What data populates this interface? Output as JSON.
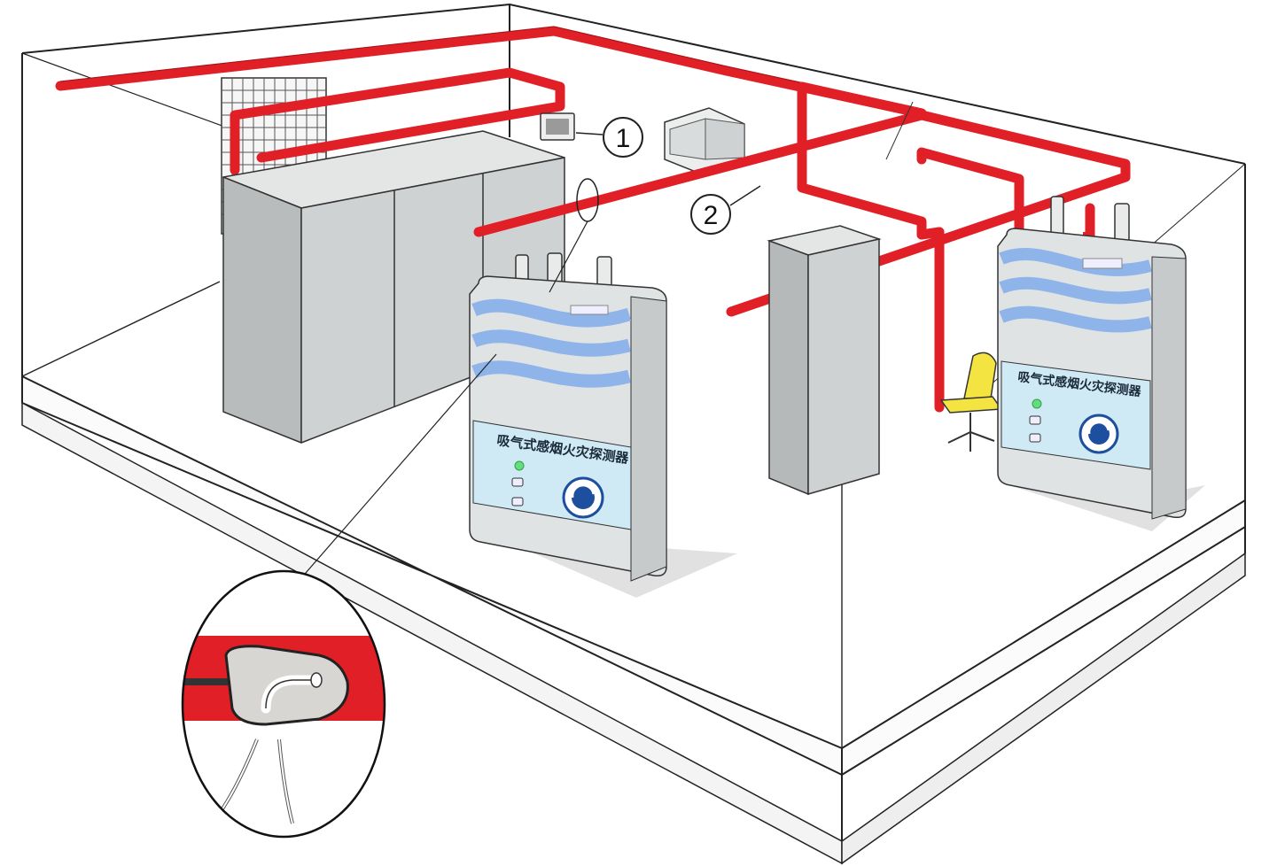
{
  "diagram": {
    "callouts": [
      {
        "id": 1,
        "label": "1"
      },
      {
        "id": 2,
        "label": "2"
      }
    ],
    "detectors": [
      {
        "name": "detector-front",
        "title": "吸气式感烟火灾探测器"
      },
      {
        "name": "detector-right",
        "title": "吸气式感烟火灾探测器"
      }
    ],
    "colors": {
      "pipe": "#e01f26",
      "cabinet": "#cfd2d3",
      "detector_body": "#dfe3e4",
      "detector_panel": "#cfe9f5",
      "wave_blue": "#8fb4ea",
      "chair": "#f4e441",
      "status_led": "#5fe07a"
    },
    "icons": [
      "aspirating-smoke-detector",
      "sampling-pipe",
      "sampling-hole",
      "display-monitor",
      "air-grille",
      "office-chair",
      "server-cabinet"
    ]
  }
}
